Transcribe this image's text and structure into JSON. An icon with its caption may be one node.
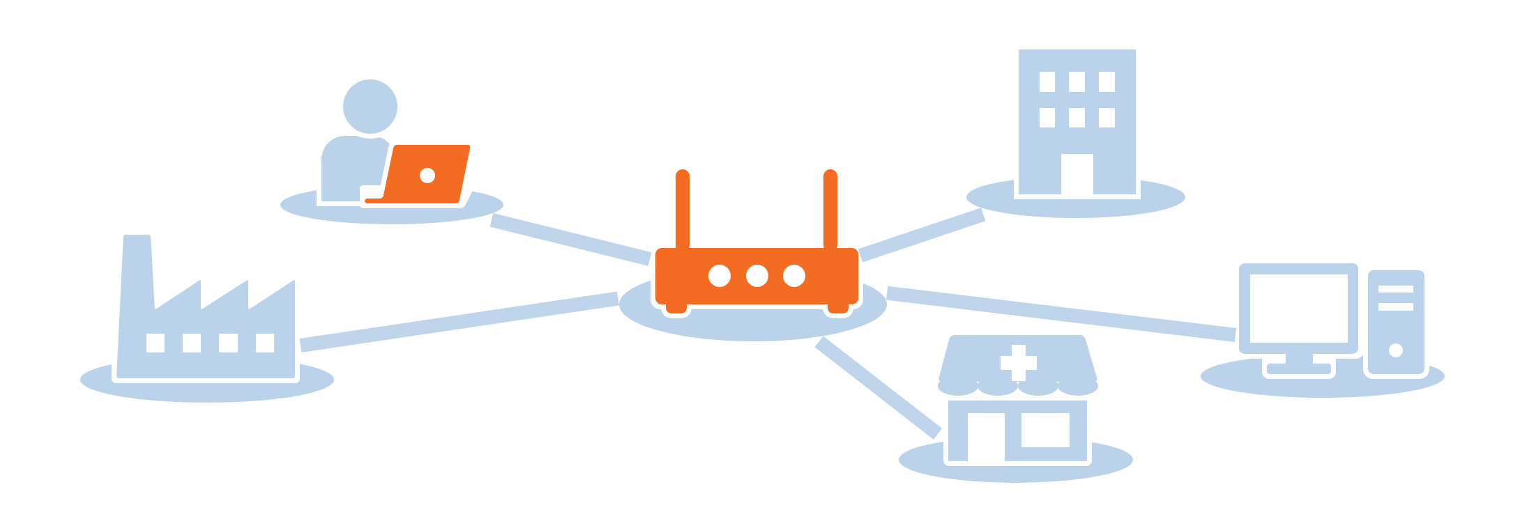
{
  "diagram": {
    "nodes": [
      {
        "text": [],
        "shape": "picture"
      },
      {
        "text": [],
        "shape": "picture"
      },
      {
        "text": [],
        "shape": "picture"
      },
      {
        "text": [],
        "shape": "picture"
      },
      {
        "text": [],
        "shape": "picture"
      },
      {
        "text": [],
        "shape": "picture"
      }
    ],
    "edges": [
      {
        "from": 3,
        "to": 0,
        "arrow": "none"
      },
      {
        "from": 3,
        "to": 1,
        "arrow": "none"
      },
      {
        "from": 3,
        "to": 2,
        "arrow": "none"
      },
      {
        "from": 3,
        "to": 4,
        "arrow": "none"
      },
      {
        "from": 3,
        "to": 5,
        "arrow": "none"
      }
    ]
  }
}
